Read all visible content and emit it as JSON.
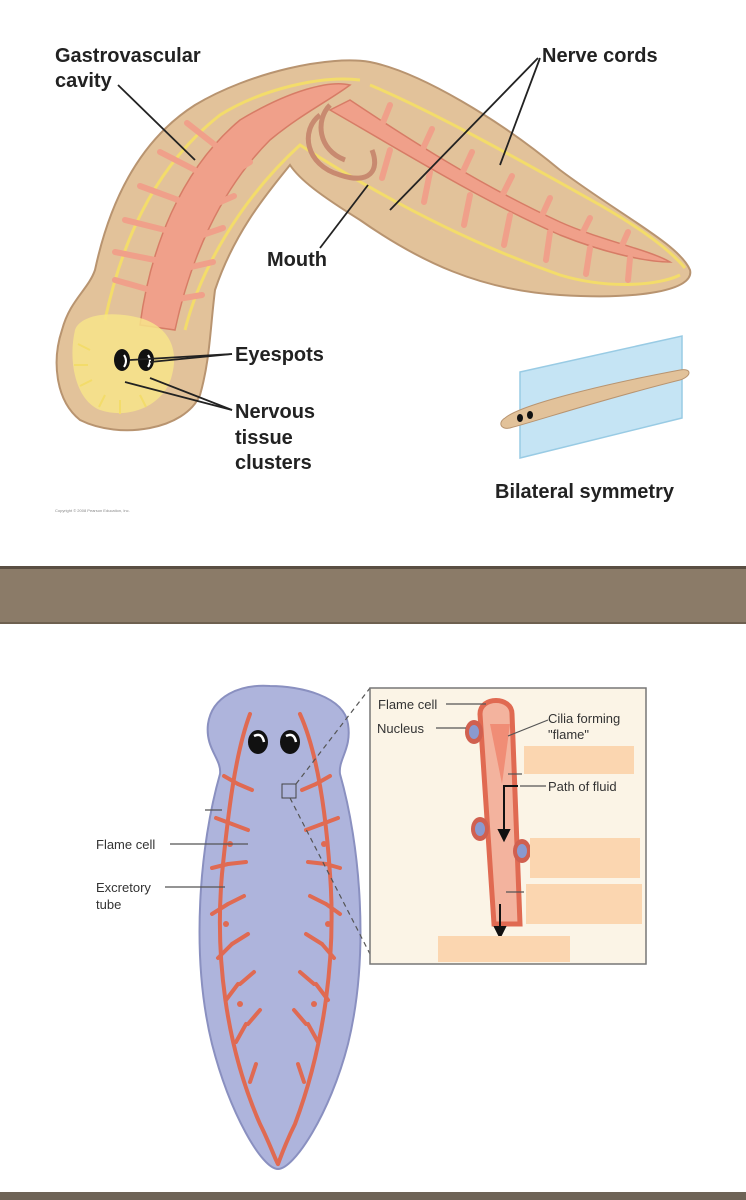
{
  "top_panel": {
    "labels": {
      "gastrovascular_line1": "Gastrovascular",
      "gastrovascular_line2": "cavity",
      "nerve_cords": "Nerve cords",
      "mouth": "Mouth",
      "eyespots": "Eyespots",
      "nervous_line1": "Nervous",
      "nervous_line2": "tissue",
      "nervous_line3": "clusters",
      "bilateral": "Bilateral symmetry"
    },
    "copyright": "Copyright © 2008 Pearson Education, Inc.",
    "colors": {
      "body": "#e2c29a",
      "gut": "#f0a08a",
      "nerve": "#f3dc6a",
      "plane": "#bfe2f3"
    }
  },
  "bottom_panel": {
    "labels": {
      "flame_cell_left": "Flame cell",
      "excretory_line1": "Excretory",
      "excretory_line2": "tube",
      "flame_cell_inset": "Flame cell",
      "nucleus": "Nucleus",
      "cilia_line1": "Cilia forming",
      "cilia_line2": "\"flame\"",
      "path_of_fluid": "Path of fluid"
    },
    "colors": {
      "worm": "#aeb4dc",
      "tubule": "#e06a52",
      "inset_bg": "#fbf4e6",
      "blank_box": "#fbd6b0",
      "band": "#8b7b68"
    }
  }
}
